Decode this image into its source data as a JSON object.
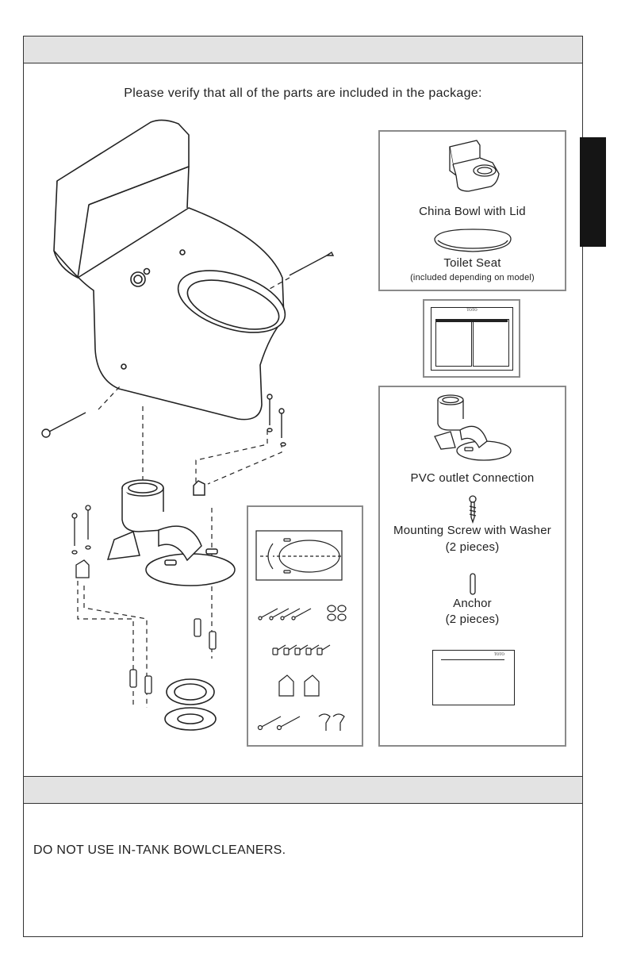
{
  "intro": "Please verify that all of the parts are included in the package:",
  "parts": {
    "bowl": "China Bowl with Lid",
    "seat": "Toilet Seat",
    "seat_note": "(included depending on model)",
    "manual_brand": "TOTO",
    "pvc": "PVC outlet Connection",
    "screw": "Mounting Screw with Washer",
    "screw_qty": "(2 pieces)",
    "anchor": "Anchor",
    "anchor_qty": "(2 pieces)",
    "card_brand": "TOTO"
  },
  "warning": "DO NOT USE IN-TANK BOWLCLEANERS."
}
